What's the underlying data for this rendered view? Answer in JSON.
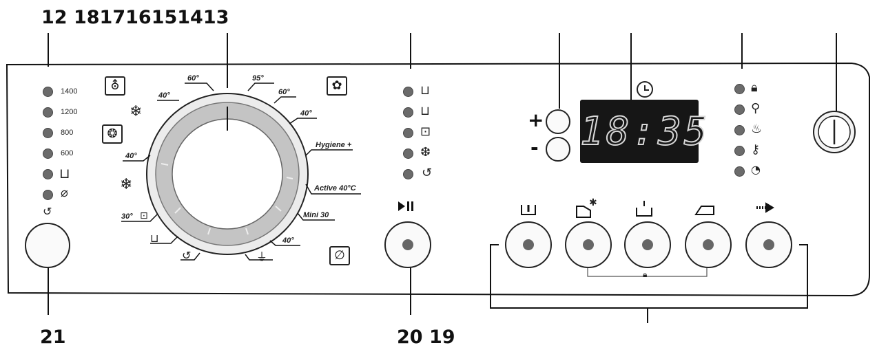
{
  "callouts": {
    "top_left": "12 181716151413",
    "bottom_left": "21",
    "bottom_middle": "20 19"
  },
  "spin_speeds": [
    "1400",
    "1200",
    "800",
    "600"
  ],
  "program_dial": {
    "labels": [
      "60°",
      "95°",
      "60°",
      "40°",
      "Hygiene +",
      "Active 40°C",
      "Mini 30",
      "40°",
      "40°",
      "40°",
      "30°"
    ]
  },
  "display": {
    "time": "18:35"
  },
  "controls": {
    "plus": "+",
    "minus": "-"
  },
  "icons": {
    "program_left": "☕",
    "program_right": "⟰",
    "power": "power-icon"
  }
}
